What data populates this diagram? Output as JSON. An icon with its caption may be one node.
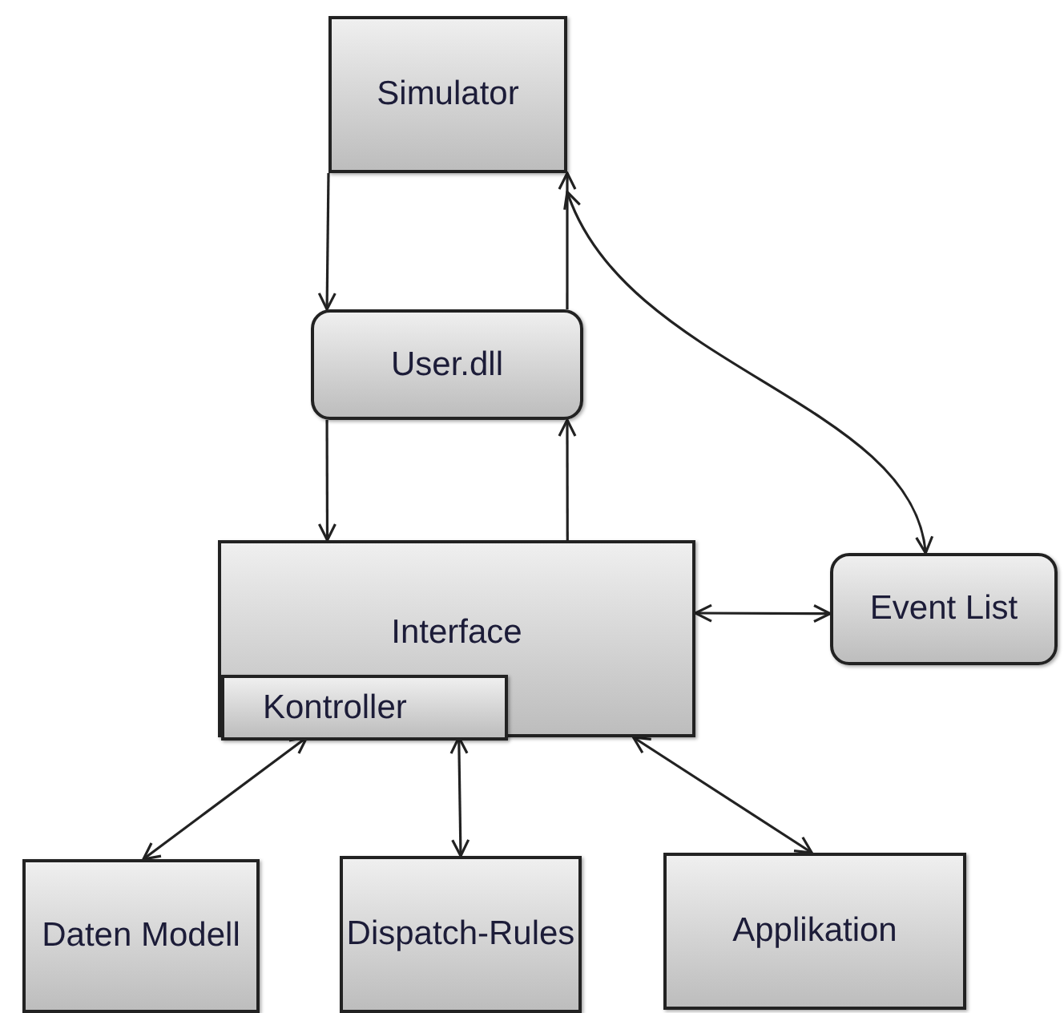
{
  "diagram": {
    "nodes": [
      {
        "text": [
          "Simulator"
        ]
      },
      {
        "text": [
          "User.dll"
        ]
      },
      {
        "text": [
          "Interface"
        ]
      },
      {
        "text": [
          "Kontroller"
        ],
        "in": 2
      },
      {
        "text": [
          "Event List"
        ]
      },
      {
        "text": [
          "Daten Modell"
        ]
      },
      {
        "text": [
          "Dispatch-Rules"
        ]
      },
      {
        "text": [
          "Applikation"
        ]
      }
    ],
    "edges": [
      {
        "from": 0,
        "to": 1,
        "arrow": "to"
      },
      {
        "from": 1,
        "to": 0,
        "arrow": "to"
      },
      {
        "from": 1,
        "to": 2,
        "arrow": "to"
      },
      {
        "from": 2,
        "to": 1,
        "arrow": "to"
      },
      {
        "from": 4,
        "to": 0,
        "arrow": "both"
      },
      {
        "from": 2,
        "to": 4,
        "arrow": "both"
      },
      {
        "from": 3,
        "to": 5,
        "arrow": "both"
      },
      {
        "from": 3,
        "to": 6,
        "arrow": "both"
      },
      {
        "from": 2,
        "to": 7,
        "arrow": "both"
      }
    ]
  }
}
